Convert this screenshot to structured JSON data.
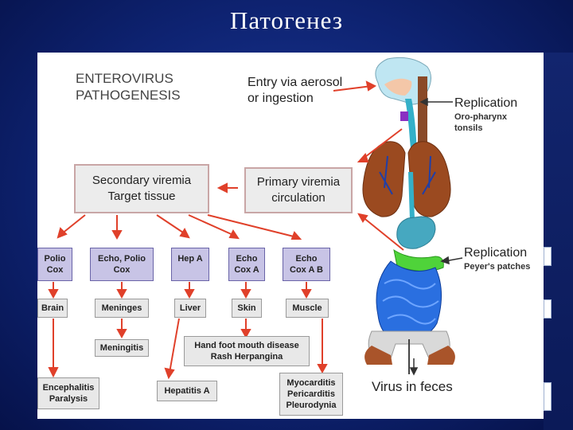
{
  "slide": {
    "title": "Патогенез"
  },
  "header": {
    "line1": "ENTEROVIRUS",
    "line2": "PATHOGENESIS"
  },
  "entry": {
    "line1": "Entry via aerosol",
    "line2": "or ingestion"
  },
  "replication_top": {
    "title": "Replication",
    "line1": "Oro-pharynx",
    "line2": "tonsils"
  },
  "replication_mid": {
    "title": "Replication",
    "sub": "Peyer's patches"
  },
  "primary": {
    "line1": "Primary viremia",
    "line2": "circulation"
  },
  "secondary": {
    "line1": "Secondary viremia",
    "line2": "Target tissue"
  },
  "viruses": [
    {
      "line1": "Polio",
      "line2": "Cox"
    },
    {
      "line1": "Echo, Polio",
      "line2": "Cox"
    },
    {
      "line1": "Hep A",
      "line2": ""
    },
    {
      "line1": "Echo",
      "line2": "Cox A"
    },
    {
      "line1": "Echo",
      "line2": "Cox A B"
    }
  ],
  "tissues": [
    "Brain",
    "Meninges",
    "Liver",
    "Skin",
    "Muscle"
  ],
  "meningitis": "Meningitis",
  "hfmd": {
    "line1": "Hand foot mouth disease",
    "line2": "Rash Herpangina"
  },
  "outcomes": {
    "encephalitis": {
      "line1": "Encephalitis",
      "line2": "Paralysis"
    },
    "hepatitis": "Hepatitis A",
    "myocarditis": {
      "line1": "Myocarditis",
      "line2": "Pericarditis",
      "line3": "Pleurodynia"
    }
  },
  "feces": "Virus in feces",
  "colors": {
    "arrow": "#e0402a",
    "lavender": "#c8c4e6",
    "bg": "#0e2372",
    "lung": "#8b3a1a",
    "intestine": "#2a6fe0",
    "peyer": "#4fd33a"
  }
}
